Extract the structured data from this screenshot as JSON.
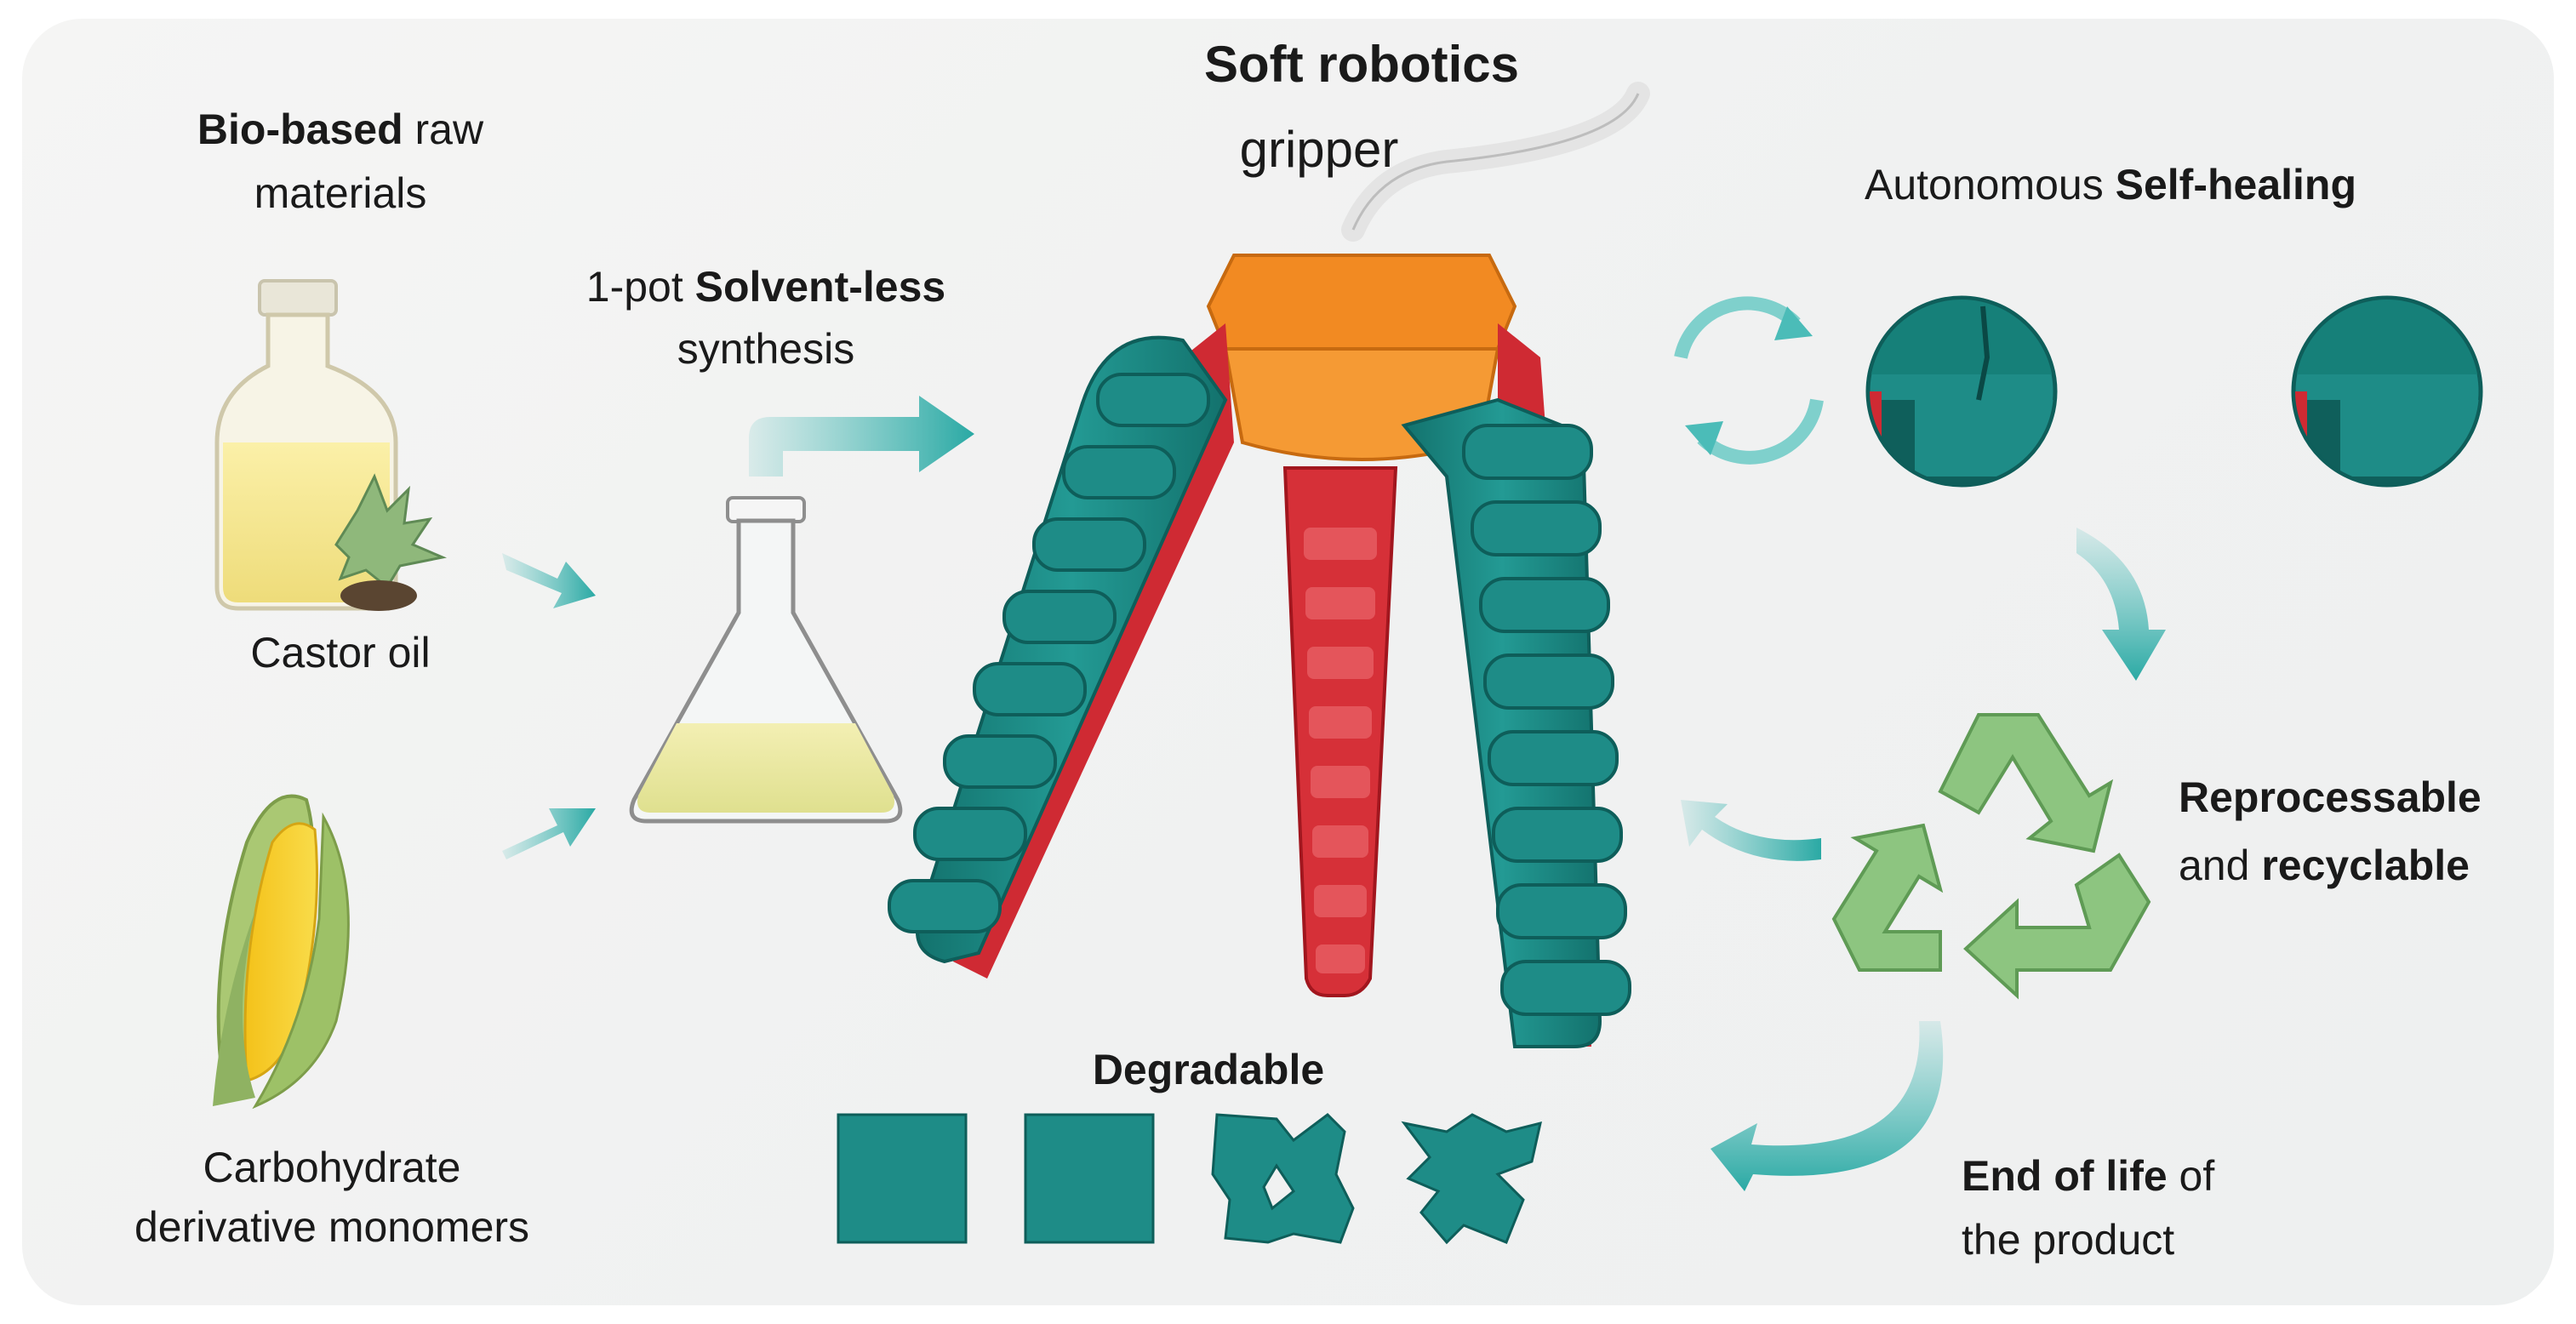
{
  "gripper": {
    "title_bold": "Soft robotics",
    "title_rest": "gripper"
  },
  "biobased": {
    "bold": "Bio-based",
    "rest_1": " raw",
    "rest_2": "materials"
  },
  "castor": {
    "label": "Castor oil"
  },
  "carbohydrate": {
    "line_1": "Carbohydrate",
    "line_2": "derivative monomers"
  },
  "synthesis": {
    "prefix": "1-pot ",
    "bold": "Solvent-less",
    "line_2": "synthesis"
  },
  "selfhealing": {
    "prefix": "Autonomous ",
    "bold": "Self-healing"
  },
  "recyclable": {
    "line_1_bold": "Reprocessable",
    "line_2_prefix": "and ",
    "line_2_bold": "recyclable"
  },
  "endoflife": {
    "line_1_bold": "End of life",
    "line_1_rest": " of",
    "line_2": "the product"
  },
  "degradable": {
    "label": "Degradable"
  },
  "colors": {
    "teal": "#1e8c87",
    "teal_dark": "#0e5e5a",
    "orange": "#f28a22",
    "red": "#cf2a33",
    "recycle_green": "#86c27a",
    "arrow_teal": "#4bbcb8"
  }
}
